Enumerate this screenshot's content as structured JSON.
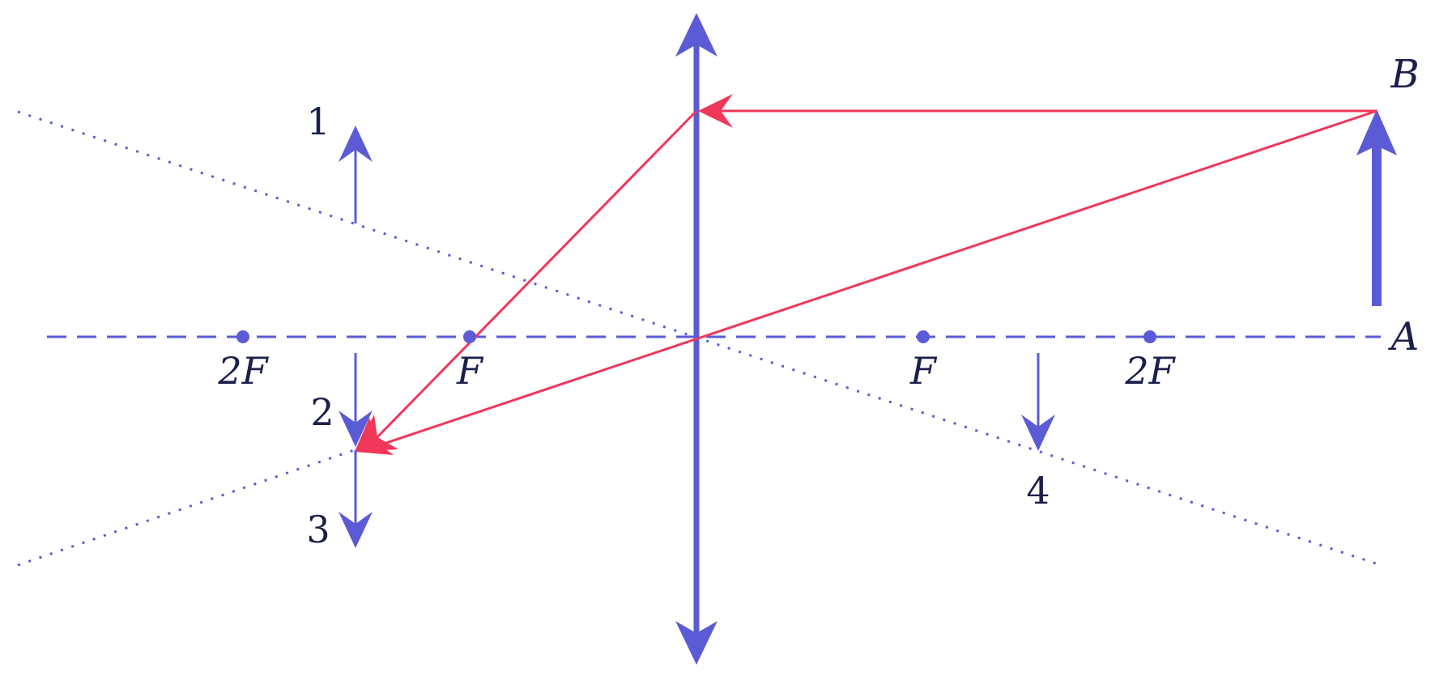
{
  "colors": {
    "lens": "#5b5bd6",
    "ray": "#f0375a",
    "label": "#1b1f4b",
    "background": "#ffffff"
  },
  "lens": {
    "type": "converging-lens-symbol"
  },
  "object": {
    "point_top": "B",
    "point_base": "A"
  },
  "focal_points": {
    "left_2f": "2F",
    "left_f": "F",
    "right_f": "F",
    "right_2f": "2F"
  },
  "options": {
    "opt1": "1",
    "opt2": "2",
    "opt3": "3",
    "opt4": "4"
  }
}
